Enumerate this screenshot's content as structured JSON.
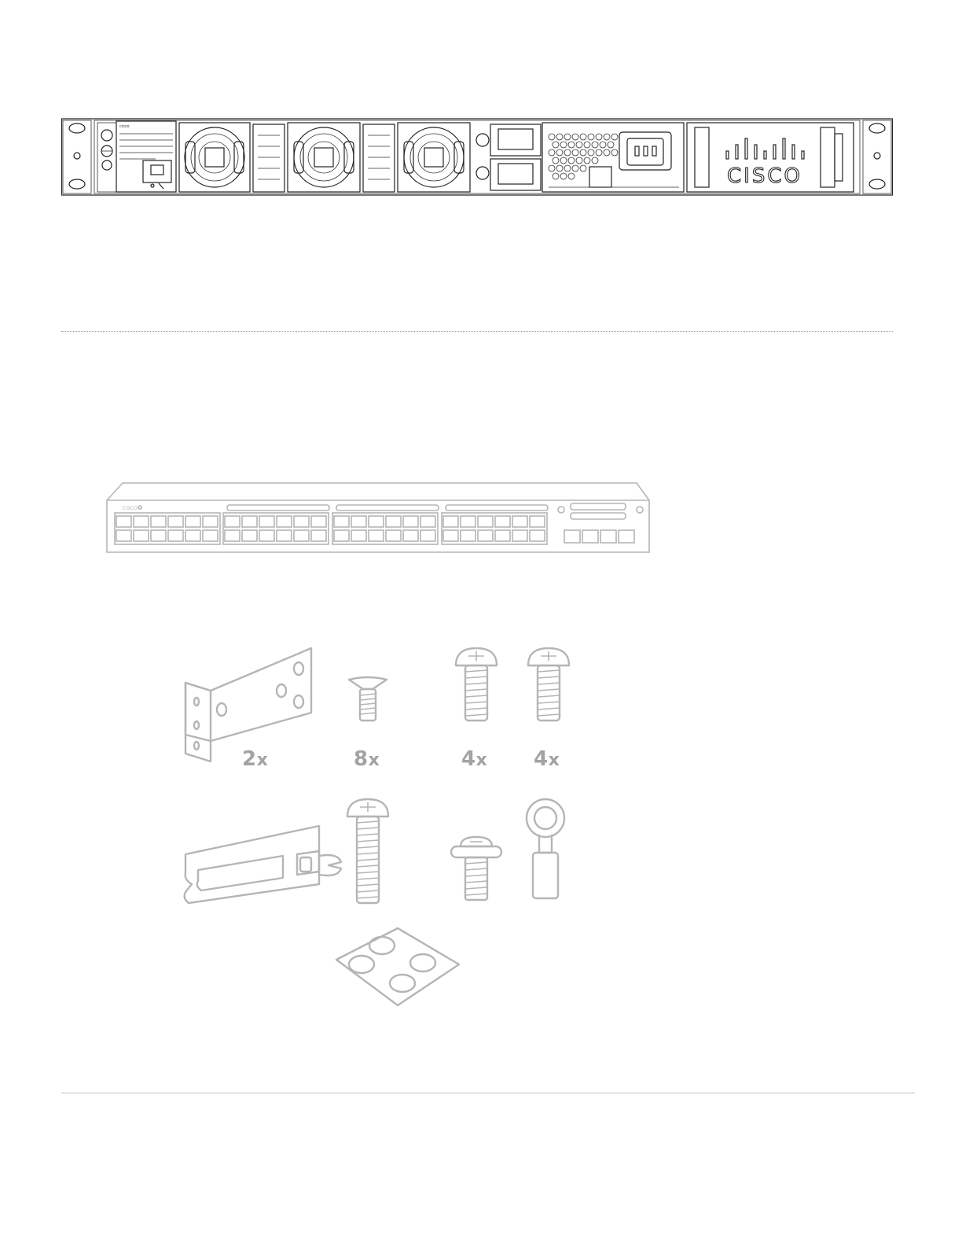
{
  "rear_panel": {
    "brand_text": "CISCO",
    "label_logo": "cisco"
  },
  "switch_front": {
    "brand_text": "CISCO"
  },
  "accessories": [
    {
      "name": "rack-mount-bracket",
      "quantity": "2",
      "unit": "x"
    },
    {
      "name": "flat-head-screw",
      "quantity": "8",
      "unit": "x"
    },
    {
      "name": "phillips-pan-screw-a",
      "quantity": "4",
      "unit": "x"
    },
    {
      "name": "phillips-pan-screw-b",
      "quantity": "4",
      "unit": "x"
    },
    {
      "name": "cable-guide"
    },
    {
      "name": "long-pan-screw"
    },
    {
      "name": "washer-screw"
    },
    {
      "name": "ground-lug"
    },
    {
      "name": "rubber-feet"
    }
  ]
}
